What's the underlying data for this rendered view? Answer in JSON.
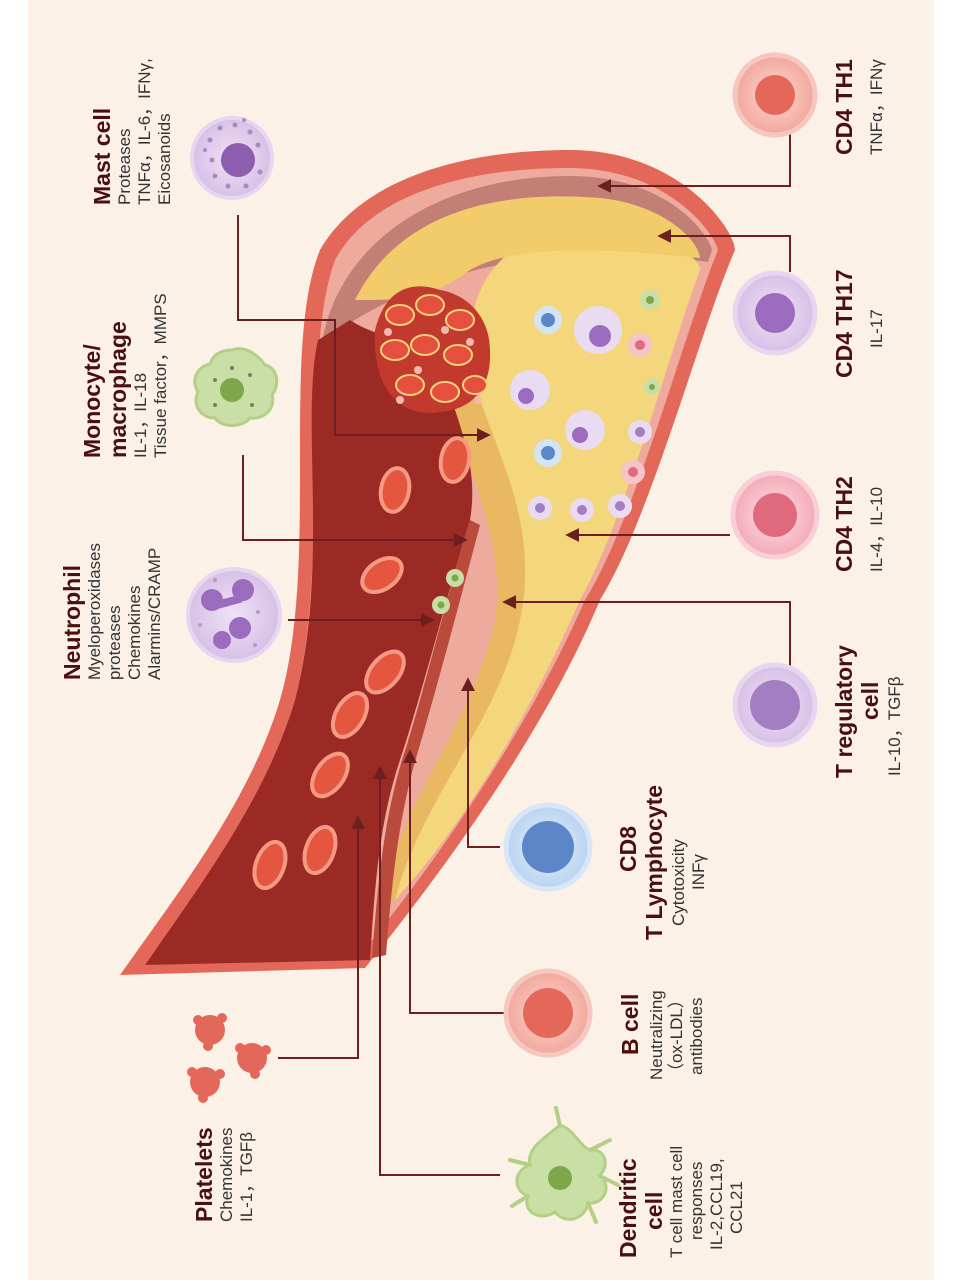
{
  "colors": {
    "background": "#fbf1e6",
    "vessel_outer": "#e4685a",
    "vessel_wall": "#eeaa9c",
    "media": "#c07a70",
    "lumen": "#9c2a24",
    "plaque": "#f4d77c",
    "plaque_edge": "#e8b962",
    "arrow": "#6b1f1f"
  },
  "cells": {
    "mast": {
      "title": "Mast cell",
      "lines": [
        "Proteases",
        "TNFα，IL-6，IFNγ,",
        "Eicosanoids"
      ],
      "icon": "mast-cell-icon"
    },
    "monocyte": {
      "title": [
        "Monocyte/",
        "macrophage"
      ],
      "lines": [
        "IL-1，IL-18",
        "Tissue factor，MMPS"
      ],
      "icon": "macrophage-icon"
    },
    "neutrophil": {
      "title": "Neutrophil",
      "lines": [
        "Myeloperoxidases",
        "proteases",
        "Chemokines",
        "Alarmins/CRAMP"
      ],
      "icon": "neutrophil-icon"
    },
    "platelets": {
      "title": "Platelets",
      "lines": [
        "Chemokines",
        "IL-1，TGFβ"
      ],
      "icon": "platelet-icon"
    },
    "dendritic": {
      "title": [
        "Dendritic",
        "cell"
      ],
      "lines": [
        "T cell mast cell",
        "responses",
        "IL-2,CCL19,",
        "CCL21"
      ],
      "icon": "dendritic-cell-icon"
    },
    "bcell": {
      "title": "B cell",
      "lines": [
        "Neutralizing",
        "（ox-LDL）",
        "antibodies"
      ],
      "icon": "b-cell-icon"
    },
    "cd8": {
      "title": [
        "CD8",
        "T Lymphocyte"
      ],
      "lines": [
        "Cytotoxicity",
        "INFγ"
      ],
      "icon": "cd8-cell-icon"
    },
    "treg": {
      "title": [
        "T regulatory",
        "cell"
      ],
      "lines": [
        "IL-10，TGFβ"
      ],
      "icon": "treg-cell-icon"
    },
    "th2": {
      "title": "CD4 TH2",
      "lines": [
        "IL-4，IL-10"
      ],
      "icon": "th2-cell-icon"
    },
    "th17": {
      "title": "CD4 TH17",
      "lines": [
        "IL-17"
      ],
      "icon": "th17-cell-icon"
    },
    "th1": {
      "title": "CD4 TH1",
      "lines": [
        "TNFα，IFNγ"
      ],
      "icon": "th1-cell-icon"
    }
  }
}
